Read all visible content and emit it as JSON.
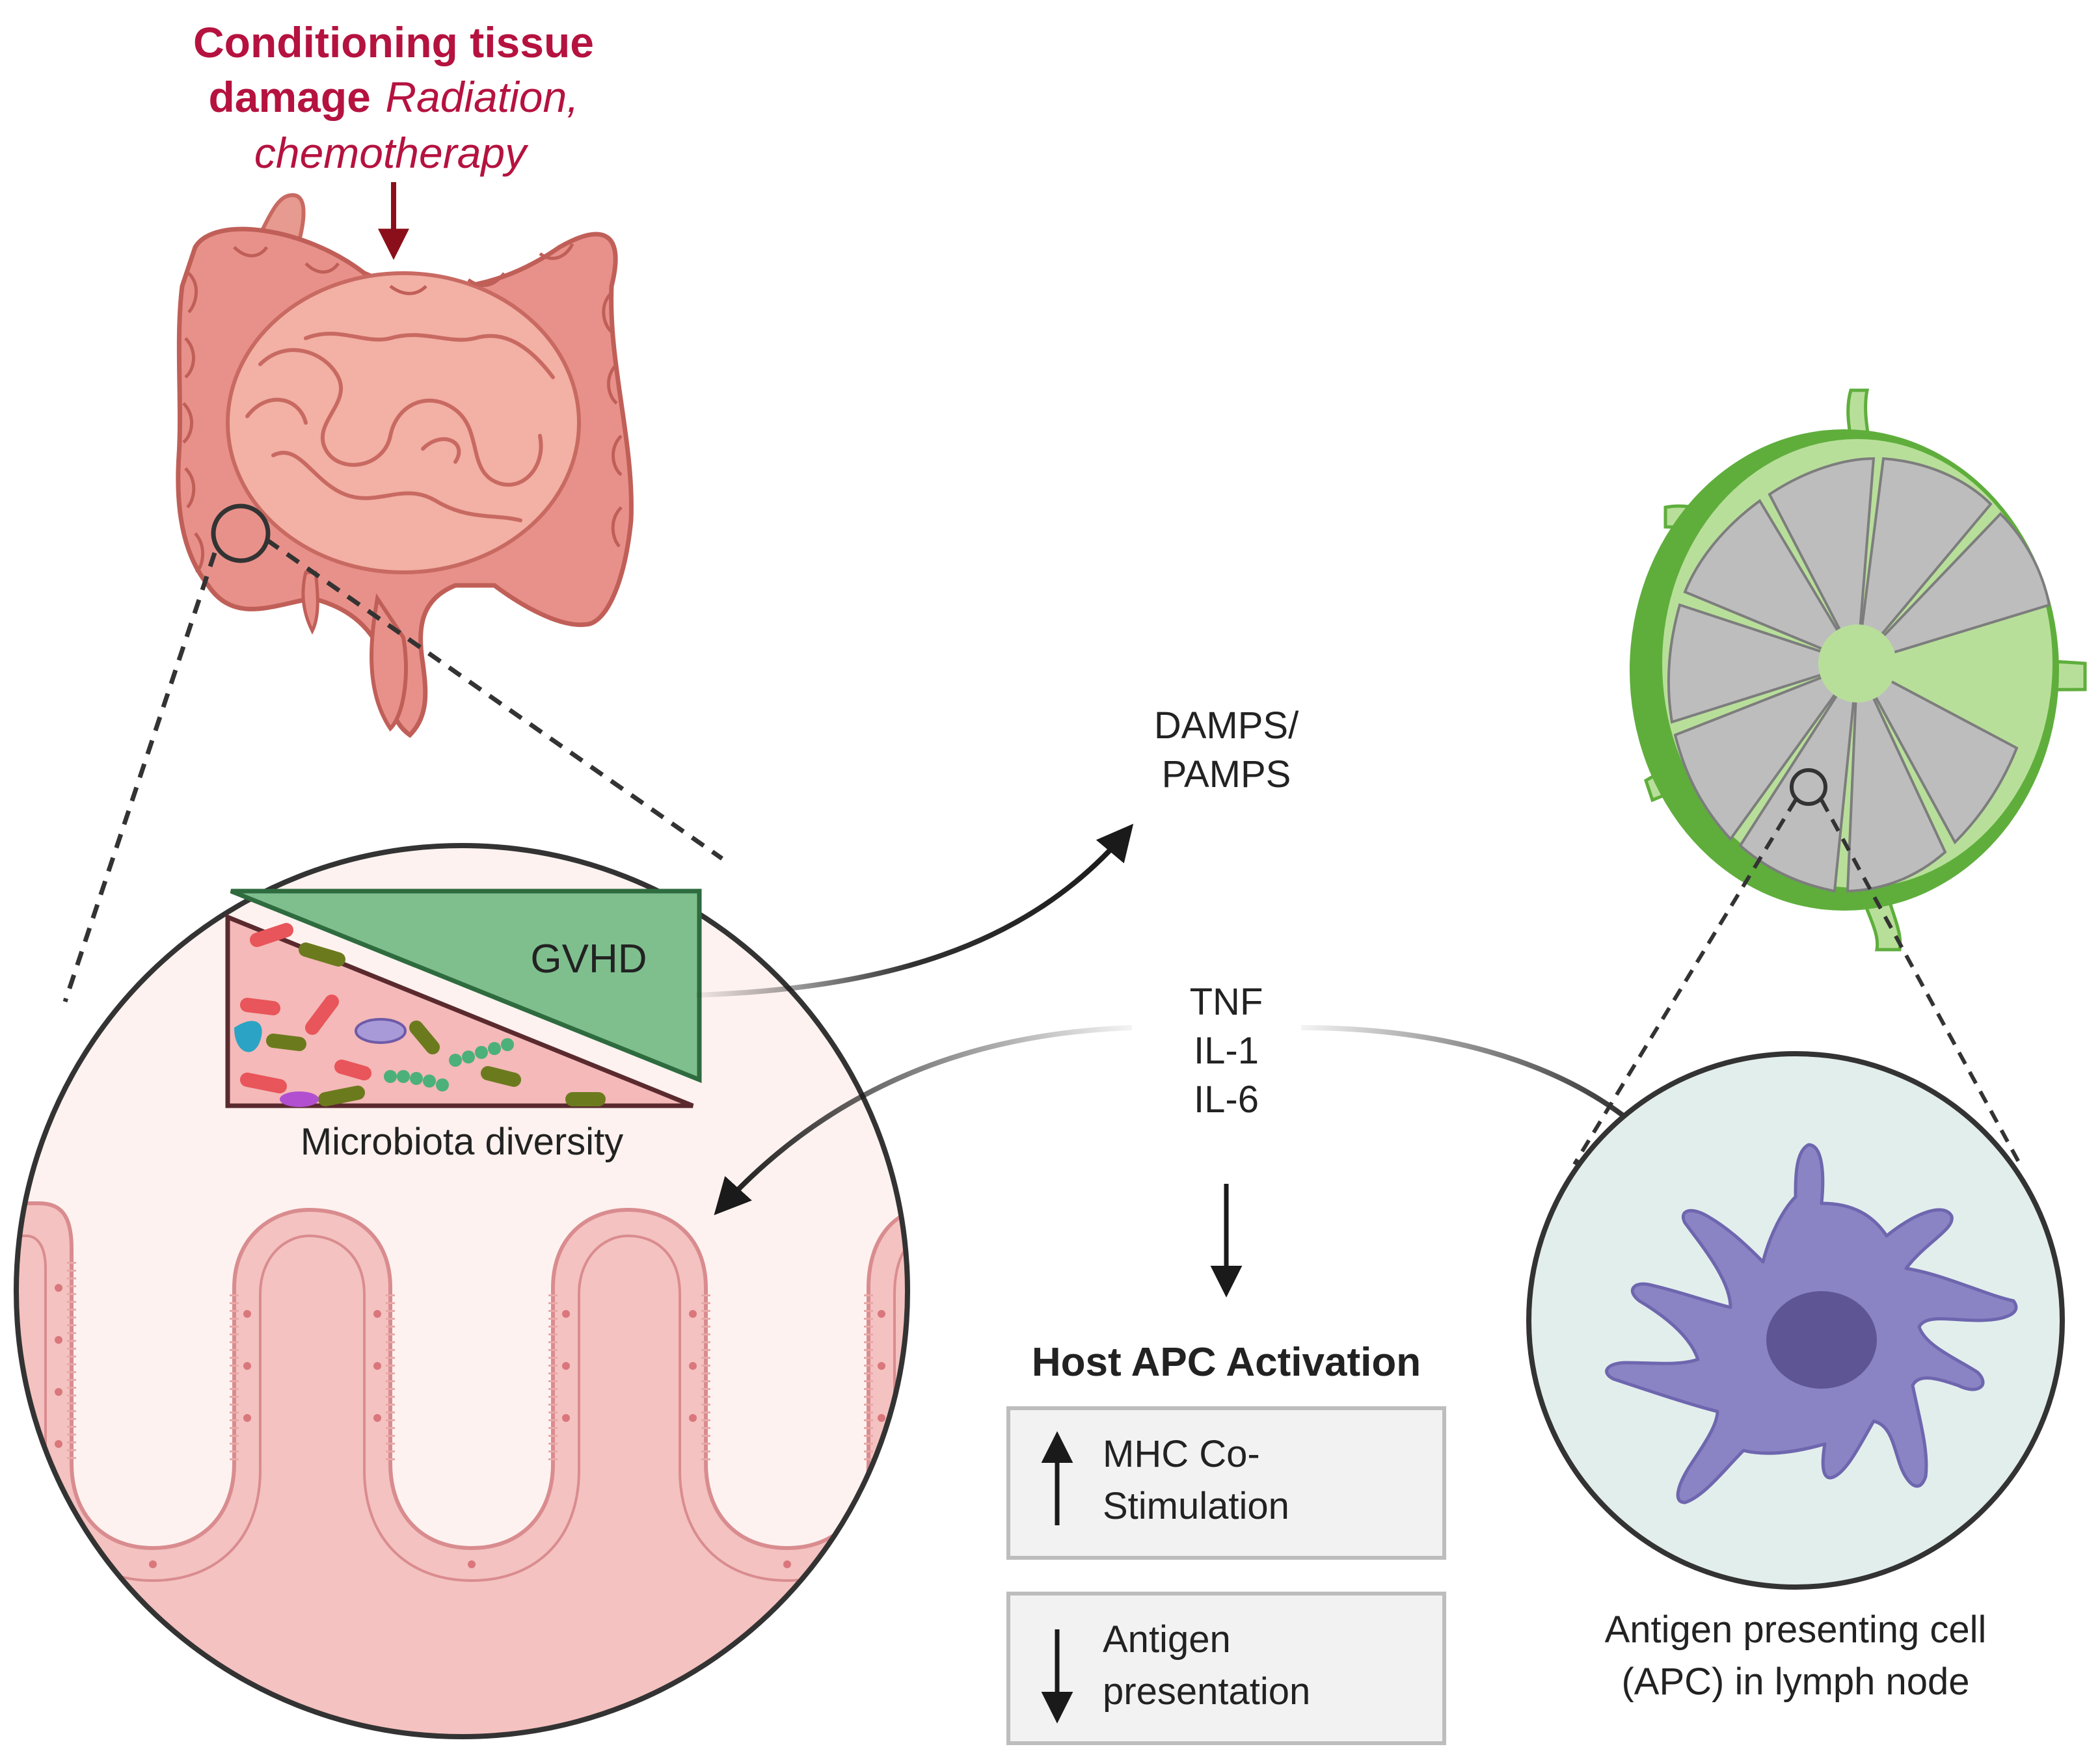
{
  "header": {
    "line1": "Conditioning tissue",
    "line2_bold": "damage",
    "line2_italic": "Radiation,",
    "line3_italic": "chemotherapy"
  },
  "gut_zoom": {
    "gvhd_label": "GVHD",
    "microbiota_label": "Microbiota diversity"
  },
  "signals": {
    "damps_line1": "DAMPS/",
    "damps_line2": "PAMPS",
    "cytokines": [
      "TNF",
      "IL-1",
      "IL-6"
    ]
  },
  "apc_activation": {
    "title": "Host APC Activation",
    "box_up_line1": "MHC Co-",
    "box_up_line2": "Stimulation",
    "box_down_line1": "Antigen",
    "box_down_line2": "presentation"
  },
  "lymph_node": {
    "caption_line1": "Antigen presenting cell",
    "caption_line2": "(APC) in lymph node"
  },
  "colors": {
    "header_red": "#b5123f",
    "gut_pink": "#e8918a",
    "gvhd_green": "#7fbf8e",
    "lymph_green": "#5fae3c",
    "apc_purple": "#8a84c4"
  }
}
